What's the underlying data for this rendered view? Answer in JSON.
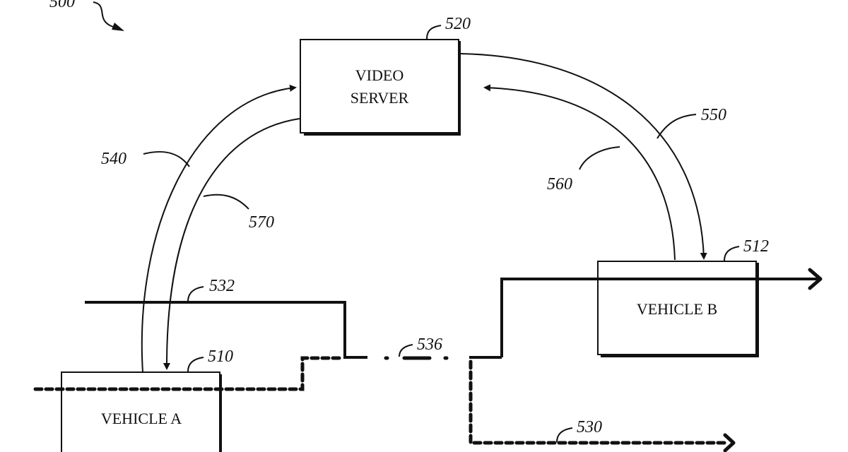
{
  "figure": {
    "number": "500",
    "nodes": {
      "video_server": {
        "ref": "520",
        "label_lines": [
          "VIDEO",
          "SERVER"
        ]
      },
      "vehicle_a": {
        "ref": "510",
        "label": "VEHICLE A"
      },
      "vehicle_b": {
        "ref": "512",
        "label": "VEHICLE B"
      }
    },
    "links": {
      "a_to_server": {
        "ref": "540"
      },
      "server_to_a": {
        "ref": "570"
      },
      "server_to_b": {
        "ref": "550"
      },
      "b_to_server": {
        "ref": "560"
      }
    },
    "paths": {
      "path_532": {
        "ref": "532",
        "style": "solid"
      },
      "path_530": {
        "ref": "530",
        "style": "dotted"
      },
      "path_536": {
        "ref": "536",
        "style": "dash-dot"
      }
    }
  }
}
